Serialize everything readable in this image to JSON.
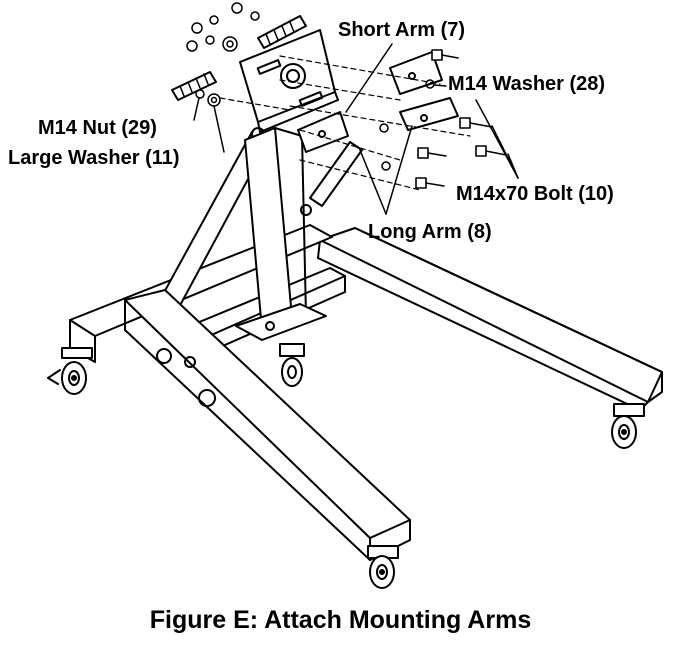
{
  "labels": {
    "short_arm": "Short Arm (7)",
    "m14_washer": "M14 Washer (28)",
    "m14_nut": "M14 Nut (29)",
    "large_washer": "Large Washer (11)",
    "m14x70_bolt": "M14x70 Bolt (10)",
    "long_arm": "Long Arm (8)"
  },
  "caption": "Figure E:  Attach Mounting Arms"
}
